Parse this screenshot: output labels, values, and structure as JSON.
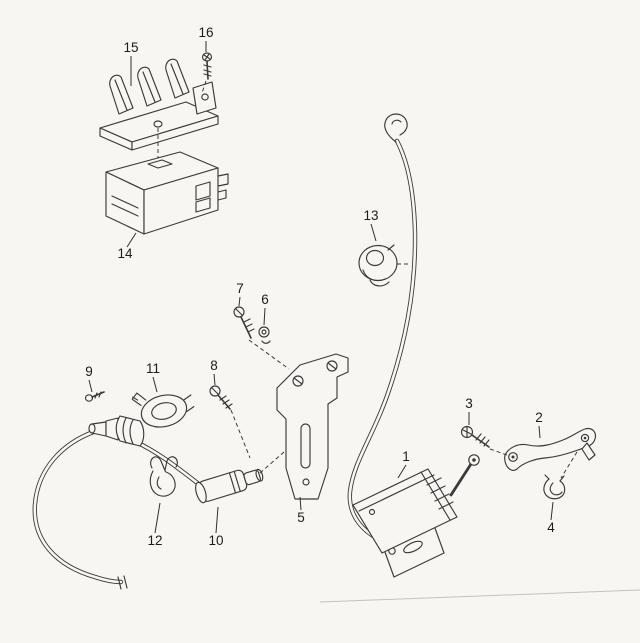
{
  "diagram": {
    "type": "exploded-parts-diagram",
    "colors": {
      "paper": "#f7f6f2",
      "ink": "#3a3a3a",
      "label": "#1c1c1c"
    },
    "callouts": [
      {
        "label": "1",
        "part": "lock-actuator"
      },
      {
        "label": "2",
        "part": "actuating-lever"
      },
      {
        "label": "3",
        "part": "screw"
      },
      {
        "label": "4",
        "part": "clip"
      },
      {
        "label": "5",
        "part": "mounting-bracket"
      },
      {
        "label": "6",
        "part": "washer"
      },
      {
        "label": "7",
        "part": "screw"
      },
      {
        "label": "8",
        "part": "screw"
      },
      {
        "label": "9",
        "part": "pin-screw"
      },
      {
        "label": "10",
        "part": "cable-end-fitting"
      },
      {
        "label": "11",
        "part": "clamp"
      },
      {
        "label": "12",
        "part": "retaining-clip"
      },
      {
        "label": "13",
        "part": "grommet-clip"
      },
      {
        "label": "14",
        "part": "control-relay"
      },
      {
        "label": "15",
        "part": "contact-plate"
      },
      {
        "label": "16",
        "part": "screw"
      }
    ]
  }
}
